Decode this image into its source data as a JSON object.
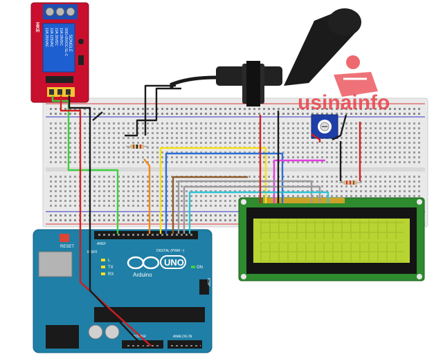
{
  "watermark": {
    "text": "usinainfo",
    "color": "#e8434b"
  },
  "relay": {
    "brand_text": "SONGLE",
    "specs": [
      "10A 250VAC",
      "10A 125VAC",
      "10A 30VDC",
      "10A 28VDC"
    ],
    "model": "SRD-05VDC-SL-C",
    "side_text": "HKE",
    "board_color": "#c8102e"
  },
  "arduino": {
    "logo_text": "UNO",
    "brand": "Arduino",
    "reset_label": "RESET",
    "on_label": "ON",
    "tx_label": "TX",
    "rx_label": "RX",
    "l_label": "L",
    "icsp_label": "ICSP",
    "icsp2_label": "ICSP2",
    "aref_label": "AREF",
    "digital_label": "DIGITAL (PWM ~)",
    "power_label": "POWER",
    "analog_label": "ANALOG IN",
    "board_color": "#1f7fa6"
  },
  "lcd": {
    "screen_color": "#b8d432",
    "board_color": "#2e8b2e"
  },
  "wires": {
    "green": "#3fd13f",
    "red": "#d11e1e",
    "black": "#1a1a1a",
    "yellow": "#f5e11b",
    "blue": "#2a6fd6",
    "orange": "#f08a1c",
    "magenta": "#e33de3",
    "cyan": "#2ec4d4",
    "gray": "#9a9a9a",
    "brown": "#8b5a2b"
  }
}
